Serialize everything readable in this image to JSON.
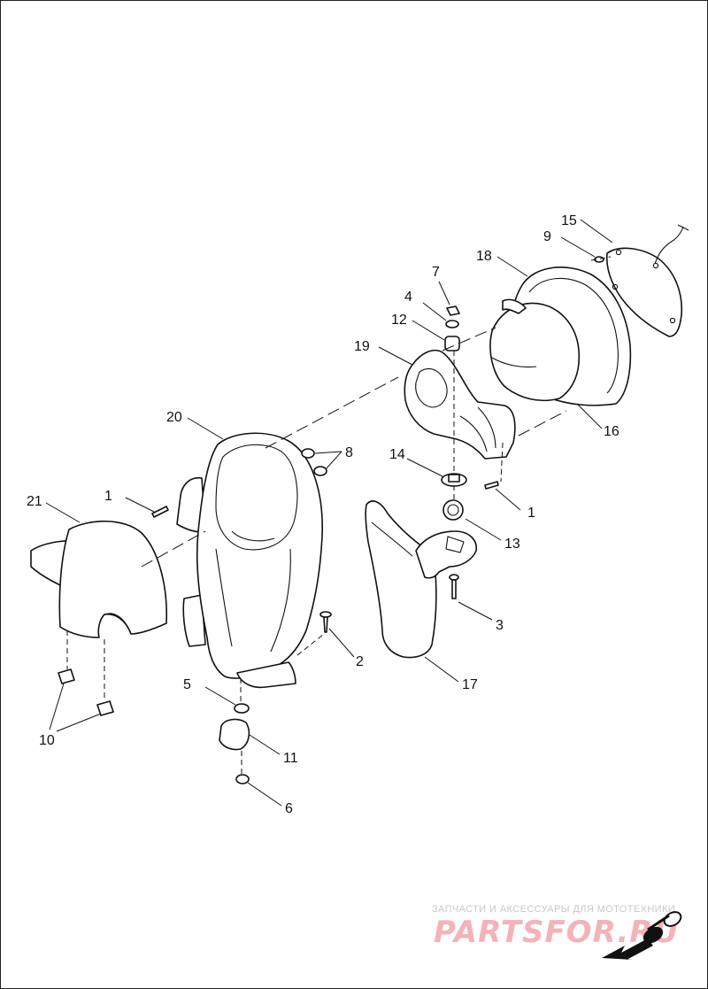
{
  "diagram": {
    "callouts": [
      "1",
      "1",
      "2",
      "3",
      "4",
      "5",
      "6",
      "7",
      "8",
      "9",
      "10",
      "11",
      "12",
      "13",
      "14",
      "15",
      "16",
      "17",
      "18",
      "19",
      "20",
      "21"
    ]
  },
  "watermark": {
    "caption": "ЗАПЧАСТИ И АКСЕССУАРЫ ДЛЯ МОТОТЕХНИКИ",
    "logo": "PARTSFOR.RU"
  },
  "colors": {
    "watermark_logo": "#f3b3b8",
    "watermark_caption": "#c8c8c8",
    "line": "#111111"
  },
  "icons": {
    "front_arrow": "front-direction-arrow-icon"
  }
}
